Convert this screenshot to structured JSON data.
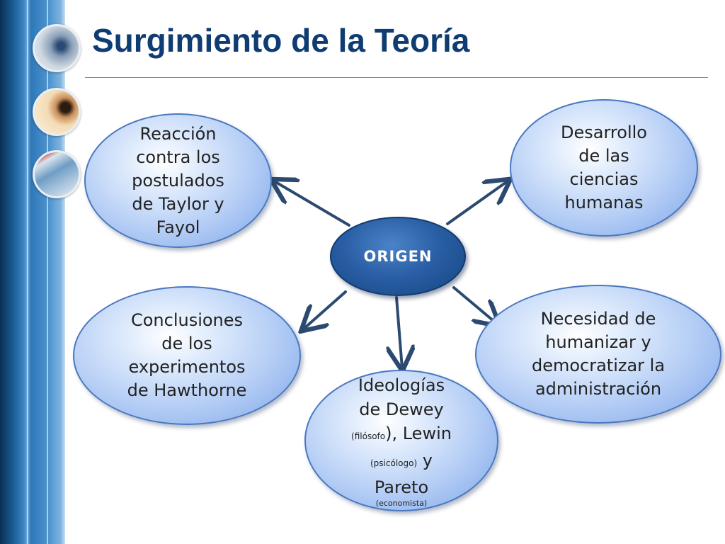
{
  "slide": {
    "title": "Surgimiento de la Teoría"
  },
  "diagram": {
    "center": "ORIGEN",
    "nodes": {
      "reaccion": [
        "Reacción",
        "contra los",
        "postulados",
        "de Taylor y",
        "Fayol"
      ],
      "desarrollo": [
        "Desarrollo",
        "de las",
        "ciencias",
        "humanas"
      ],
      "conclusiones": [
        "Conclusiones",
        "de los",
        "experimentos",
        "de Hawthorne"
      ],
      "necesidad": [
        "Necesidad de",
        "humanizar y",
        "democratizar la",
        "administración"
      ],
      "ideologias": {
        "line1": "Ideologías",
        "line2": "de Dewey",
        "filosofo": "(filósofo",
        "lewin": "), Lewin",
        "psicologo": "(psicólogo)",
        "y": " y",
        "pareto": "Pareto",
        "economista": "(economista)"
      }
    }
  },
  "colors": {
    "title": "#0f3d73",
    "arrow": "#2c4a70",
    "center_fill": "#2a5fa6",
    "bubble_fill": "#b8d0f6"
  },
  "icons": [
    "arrow-icon"
  ]
}
